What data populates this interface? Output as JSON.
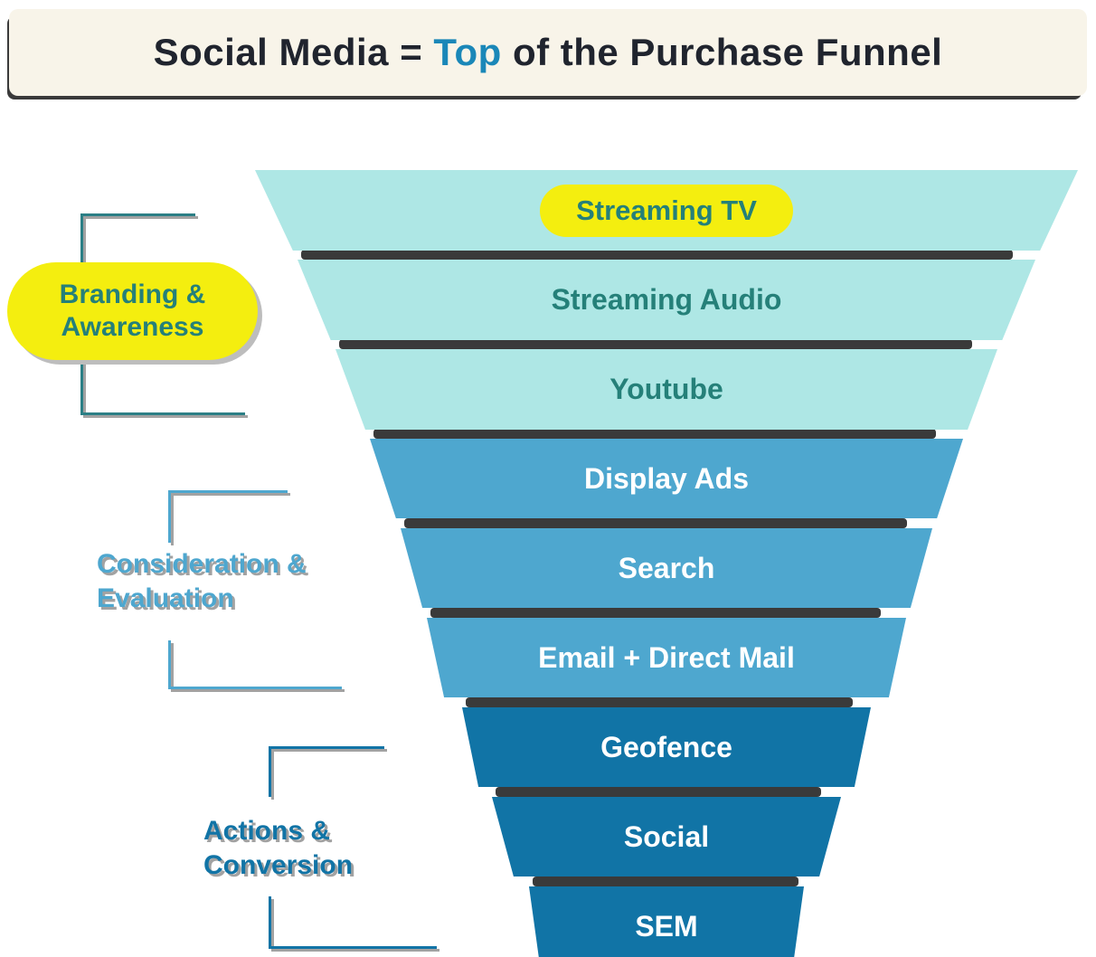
{
  "title": {
    "text_before": "Social Media = ",
    "accent": "Top",
    "text_after": " of the Purchase Funnel"
  },
  "funnel": {
    "segments": [
      {
        "label": "Streaming TV",
        "tier": "branding",
        "highlighted": true
      },
      {
        "label": "Streaming Audio",
        "tier": "branding",
        "highlighted": false
      },
      {
        "label": "Youtube",
        "tier": "branding",
        "highlighted": false
      },
      {
        "label": "Display Ads",
        "tier": "consideration",
        "highlighted": false
      },
      {
        "label": "Search",
        "tier": "consideration",
        "highlighted": false
      },
      {
        "label": "Email + Direct Mail",
        "tier": "consideration",
        "highlighted": false
      },
      {
        "label": "Geofence",
        "tier": "conversion",
        "highlighted": false
      },
      {
        "label": "Social",
        "tier": "conversion",
        "highlighted": false
      },
      {
        "label": "SEM",
        "tier": "conversion",
        "highlighted": false
      }
    ]
  },
  "stages": [
    {
      "lines": [
        "Branding &",
        "Awareness"
      ],
      "highlighted": true,
      "segments_spanned": [
        "Streaming TV",
        "Streaming Audio",
        "Youtube"
      ]
    },
    {
      "lines": [
        "Consideration &",
        "Evaluation"
      ],
      "highlighted": false,
      "segments_spanned": [
        "Display Ads",
        "Search",
        "Email + Direct Mail"
      ]
    },
    {
      "lines": [
        "Actions &",
        "Conversion"
      ],
      "highlighted": false,
      "segments_spanned": [
        "Geofence",
        "Social",
        "SEM"
      ]
    }
  ],
  "colors": {
    "background": "#ffffff",
    "title_bar_bg": "#f8f4e9",
    "title_text": "#20242e",
    "title_accent": "#1a87b8",
    "highlight_yellow": "#f4ee0f",
    "tier_branding_fill": "#aee7e5",
    "tier_branding_text": "#258079",
    "tier_consideration_fill": "#4ea7cf",
    "tier_conversion_fill": "#1174a6",
    "segment_text_light": "#ffffff",
    "gap_bar": "#3a3a3a",
    "edge_shadow": "#bdbdbd",
    "shadow_gray": "#a2a2a2",
    "stage_branding_text": "#258079",
    "stage_branding_line": "#2b7f85",
    "stage_consideration_text": "#4ea7cf",
    "stage_consideration_line": "#4ea7cf",
    "stage_conversion_text": "#1174a6",
    "stage_conversion_line": "#1174a6"
  }
}
